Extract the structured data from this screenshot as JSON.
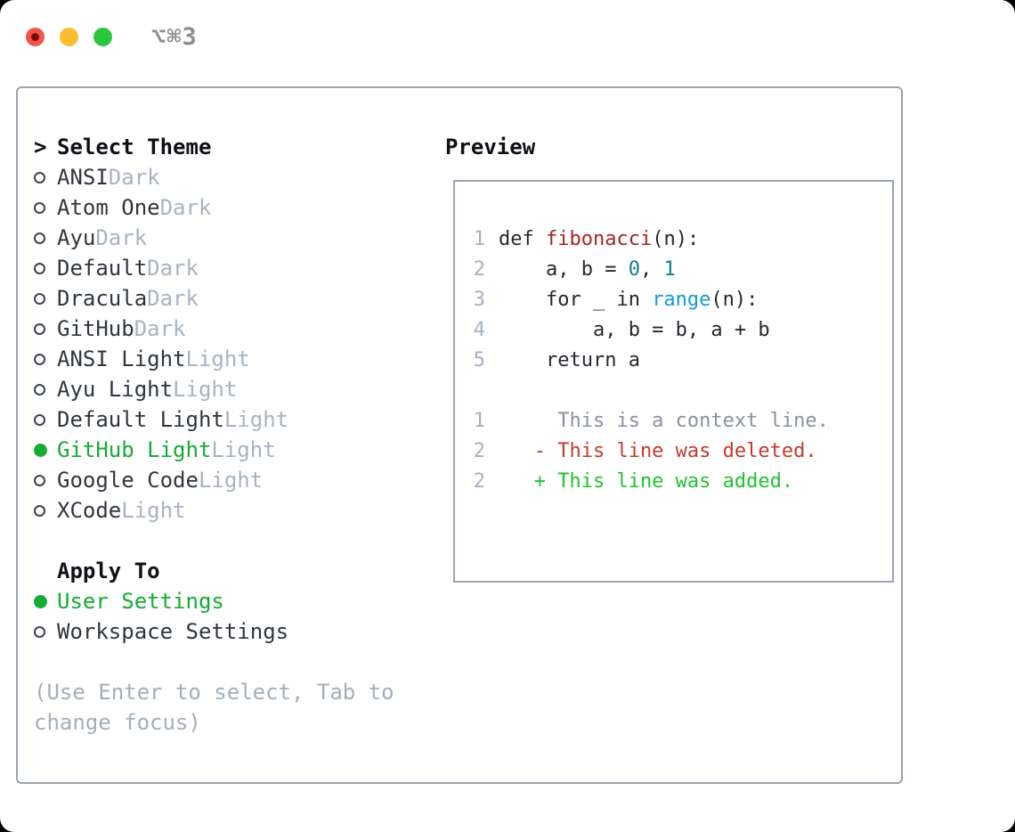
{
  "window": {
    "shortcut": "⌥⌘3",
    "traffic_lights": [
      "close",
      "minimize",
      "zoom"
    ]
  },
  "theme_panel": {
    "prompt": ">",
    "title": "Select Theme",
    "themes": [
      {
        "name": "ANSI",
        "variant": "Dark",
        "selected": false
      },
      {
        "name": "Atom One",
        "variant": "Dark",
        "selected": false
      },
      {
        "name": "Ayu",
        "variant": "Dark",
        "selected": false
      },
      {
        "name": "Default",
        "variant": "Dark",
        "selected": false
      },
      {
        "name": "Dracula",
        "variant": "Dark",
        "selected": false
      },
      {
        "name": "GitHub",
        "variant": "Dark",
        "selected": false
      },
      {
        "name": "ANSI Light",
        "variant": "Light",
        "selected": false
      },
      {
        "name": "Ayu Light",
        "variant": "Light",
        "selected": false
      },
      {
        "name": "Default Light",
        "variant": "Light",
        "selected": false
      },
      {
        "name": "GitHub Light",
        "variant": "Light",
        "selected": true
      },
      {
        "name": "Google Code",
        "variant": "Light",
        "selected": false
      },
      {
        "name": "XCode",
        "variant": "Light",
        "selected": false
      }
    ],
    "apply_title": "Apply To",
    "apply_options": [
      {
        "label": "User Settings",
        "selected": true
      },
      {
        "label": "Workspace Settings",
        "selected": false
      }
    ],
    "hint_lines": [
      "(Use Enter to select, Tab to",
      "change focus)"
    ]
  },
  "preview": {
    "title": "Preview",
    "code_lines": [
      {
        "num": "1",
        "segments": [
          {
            "text": "def ",
            "color": "code"
          },
          {
            "text": "fibonacci",
            "color": "func"
          },
          {
            "text": "(n):",
            "color": "code"
          }
        ]
      },
      {
        "num": "2",
        "segments": [
          {
            "text": "    a, b = ",
            "color": "code"
          },
          {
            "text": "0",
            "color": "num"
          },
          {
            "text": ", ",
            "color": "code"
          },
          {
            "text": "1",
            "color": "num"
          }
        ]
      },
      {
        "num": "3",
        "segments": [
          {
            "text": "    for _ in ",
            "color": "code"
          },
          {
            "text": "range",
            "color": "builtin"
          },
          {
            "text": "(n):",
            "color": "code"
          }
        ]
      },
      {
        "num": "4",
        "segments": [
          {
            "text": "        a, b = b, a + b",
            "color": "code"
          }
        ]
      },
      {
        "num": "5",
        "segments": [
          {
            "text": "    return a",
            "color": "code"
          }
        ]
      },
      {
        "num": "",
        "segments": []
      },
      {
        "num": "1",
        "segments": [
          {
            "text": "     This is a context line.",
            "color": "ctx"
          }
        ]
      },
      {
        "num": "2",
        "segments": [
          {
            "text": "   - This line was deleted.",
            "color": "del"
          }
        ]
      },
      {
        "num": "2",
        "segments": [
          {
            "text": "   + This line was added.",
            "color": "add"
          }
        ]
      }
    ]
  },
  "colors": {
    "ink": "#0e1116",
    "label": "#2f363d",
    "muted_tag": "#a9b3c0",
    "hint": "#a4aebb",
    "green": "#17ab35",
    "circle": "#3d434b",
    "border": "#9ba4af",
    "linenum": "#a5b1c1",
    "code": "#24292f",
    "func_red": "#a82523",
    "builtin_blue": "#149bd7",
    "num_teal": "#0f7f8b",
    "ctx_gray": "#8a929c",
    "del_red": "#c43a2e",
    "add_green": "#1ec42d",
    "traffic_red": "#f1544a",
    "traffic_red_dot": "#760c04",
    "traffic_yellow": "#fcbc2f",
    "traffic_green": "#2bc63c",
    "shortcut": "#8e8e8e"
  }
}
